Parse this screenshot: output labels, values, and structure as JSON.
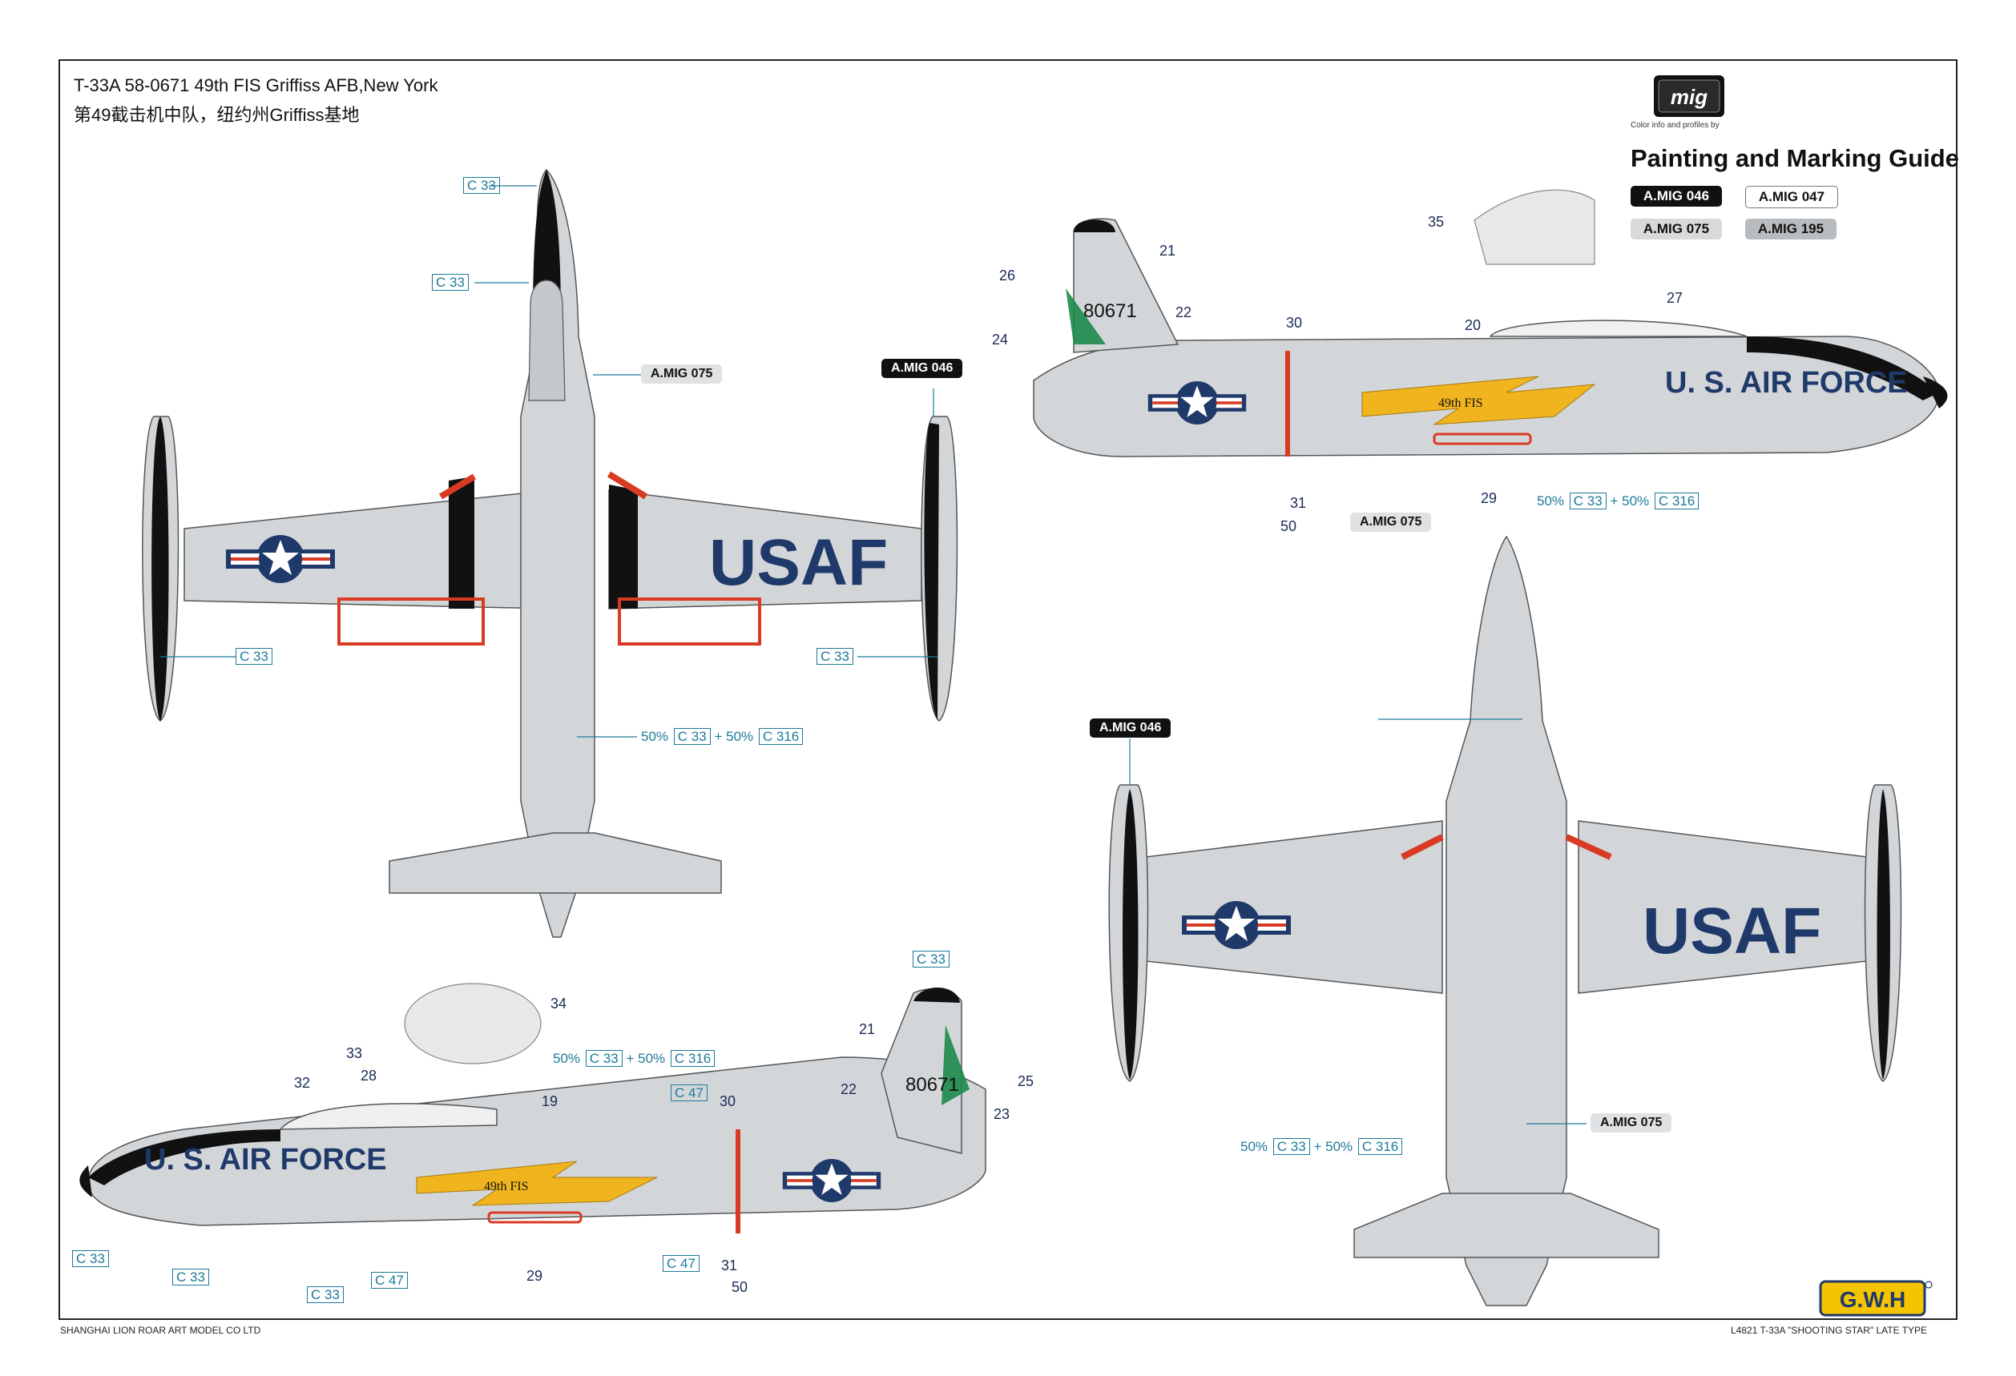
{
  "header": {
    "title": "T-33A 58-0671 49th FIS Griffiss AFB,New York",
    "subtitle": "第49截击机中队，纽约州Griffiss基地"
  },
  "brand": {
    "mig_logo_text": "mig",
    "caption": "Color info and profiles by",
    "guide_title": "Painting and Marking Guide"
  },
  "legend": [
    {
      "label": "A.MIG 046",
      "style": "dark"
    },
    {
      "label": "A.MIG 047",
      "style": "outline"
    },
    {
      "label": "A.MIG 075",
      "style": "light"
    },
    {
      "label": "A.MIG 195",
      "style": "mid"
    }
  ],
  "colors": {
    "aluminium": "#d3d6d9",
    "black": "#111111",
    "red": "#d93a22",
    "blue_marking": "#1f3a6a",
    "yellow": "#f0b41e",
    "green": "#1b8a4a",
    "callout": "#1c7a9a"
  },
  "markings": {
    "usaf_wing": "USAF",
    "fuselage": "U. S. AIR FORCE",
    "tail_number": "80671",
    "flash_text": "49th FIS"
  },
  "color_codes": {
    "c33": "33",
    "c47": "47",
    "c316": "316",
    "c_letter": "C",
    "mix_50": "50%",
    "plus": "+"
  },
  "tags": {
    "mig075": "A.MIG 075",
    "mig046": "A.MIG 046"
  },
  "callout_numbers": {
    "n19": "19",
    "n20": "20",
    "n21": "21",
    "n22": "22",
    "n23": "23",
    "n24": "24",
    "n25": "25",
    "n26": "26",
    "n27": "27",
    "n28": "28",
    "n29": "29",
    "n30": "30",
    "n31": "31",
    "n32": "32",
    "n33": "33",
    "n34": "34",
    "n35": "35",
    "n50": "50"
  },
  "footer": {
    "left": "SHANGHAI LION ROAR ART MODEL CO  LTD",
    "right": "L4821 T-33A \"SHOOTING STAR\" LATE TYPE",
    "gwh_logo": "G.W.H"
  }
}
